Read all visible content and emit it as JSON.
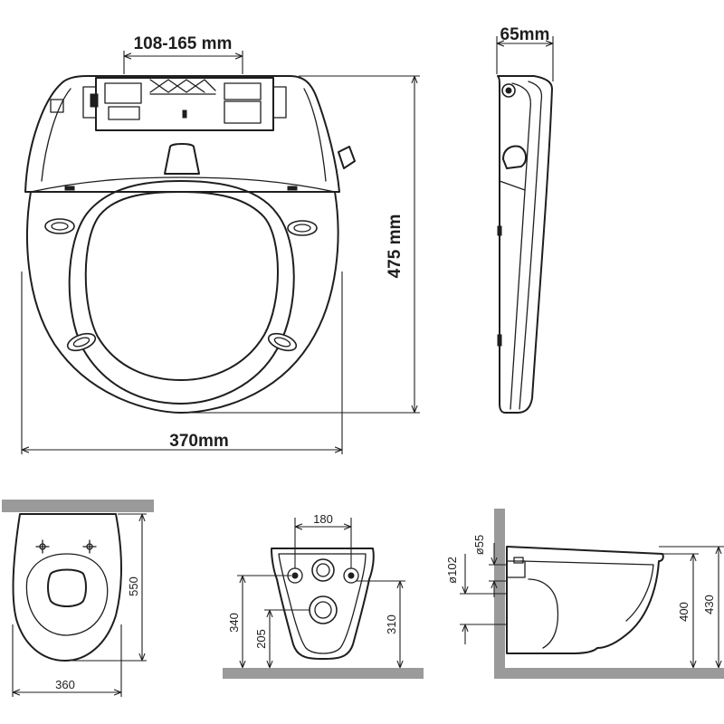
{
  "top_view": {
    "hinge_width_label": "108-165 mm",
    "length_label": "475 mm",
    "width_label": "370mm"
  },
  "side_view": {
    "thickness_label": "65mm"
  },
  "bowl_top_view": {
    "length_label": "550",
    "width_label": "360"
  },
  "bowl_back_view": {
    "bolt_spacing_label": "180",
    "bolt_height_label": "340",
    "outlet_height_label": "205",
    "inlet_height_label": "310"
  },
  "bowl_side_view": {
    "inlet_diameter_label": "ø55",
    "outlet_diameter_label": "ø102",
    "bowl_height_label": "400",
    "rim_height_label": "430"
  }
}
